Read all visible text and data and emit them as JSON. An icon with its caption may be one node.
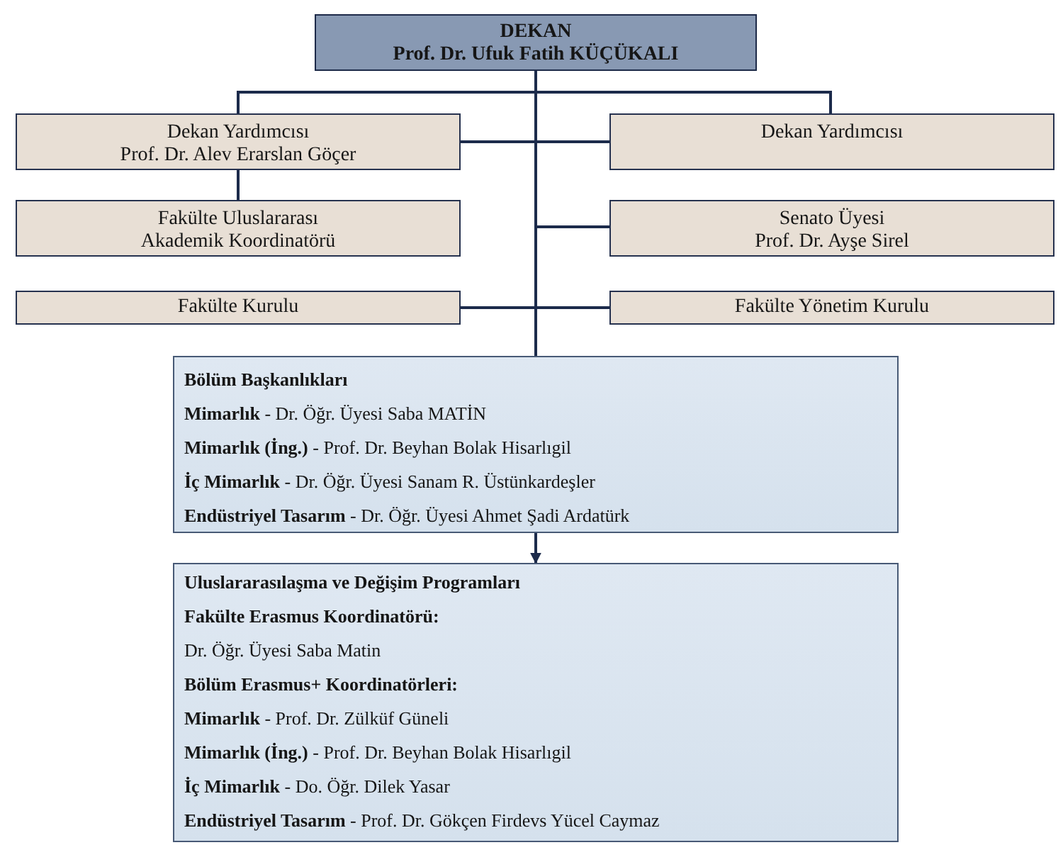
{
  "diagram": {
    "nodes": [
      {
        "text": [
          "DEKAN",
          "Prof. Dr. Ufuk Fatih KÜÇÜKALI"
        ]
      },
      {
        "text": [
          "Dekan Yardımcısı",
          "Prof. Dr. Alev Erarslan Göçer"
        ]
      },
      {
        "text": [
          "Dekan Yardımcısı"
        ]
      },
      {
        "text": [
          "Fakülte Uluslararası Akademik Koordinatörü"
        ]
      },
      {
        "text": [
          "Senato Üyesi",
          "Prof. Dr. Ayşe Sirel"
        ]
      },
      {
        "text": [
          "Fakülte Kurulu"
        ]
      },
      {
        "text": [
          "Fakülte Yönetim Kurulu"
        ]
      },
      {
        "text": [
          "Bölüm Başkanlıkları",
          "**Mimarlık** - Dr. Öğr. Üyesi Saba MATİN",
          "**Mimarlık (İng.)** - Prof. Dr. Beyhan Bolak Hisarlıgil",
          "**İç Mimarlık** - Dr. Öğr. Üyesi Sanam R. Üstünkardeşler",
          "**Endüstriyel Tasarım** - Dr. Öğr. Üyesi Ahmet Şadi Ardatürk"
        ]
      },
      {
        "text": [
          "Uluslararasılaşma ve Değişim Programları",
          "Fakülte Erasmus Koordinatörü:",
          "Dr. Öğr. Üyesi Saba Matin",
          "Bölüm Erasmus+ Koordinatörleri:",
          "**Mimarlık** - Prof. Dr. Zülküf Güneli",
          "**Mimarlık (İng.)** - Prof. Dr. Beyhan Bolak Hisarlıgil",
          "**İç Mimarlık** - Do. Öğr. Dilek Yasar",
          "**Endüstriyel Tasarım** - Prof. Dr. Gökçen Firdevs Yücel Caymaz"
        ]
      }
    ],
    "edges": [
      {
        "from": 0,
        "to": 1,
        "arrow": "none"
      },
      {
        "from": 0,
        "to": 2,
        "arrow": "none"
      },
      {
        "from": 1,
        "to": 2,
        "arrow": "none"
      },
      {
        "from": 1,
        "to": 3,
        "arrow": "none"
      },
      {
        "from": 0,
        "to": 4,
        "arrow": "none"
      },
      {
        "from": 5,
        "to": 6,
        "arrow": "none"
      },
      {
        "from": 0,
        "to": 7,
        "arrow": "none"
      },
      {
        "from": 7,
        "to": 8,
        "arrow": "to"
      }
    ]
  }
}
